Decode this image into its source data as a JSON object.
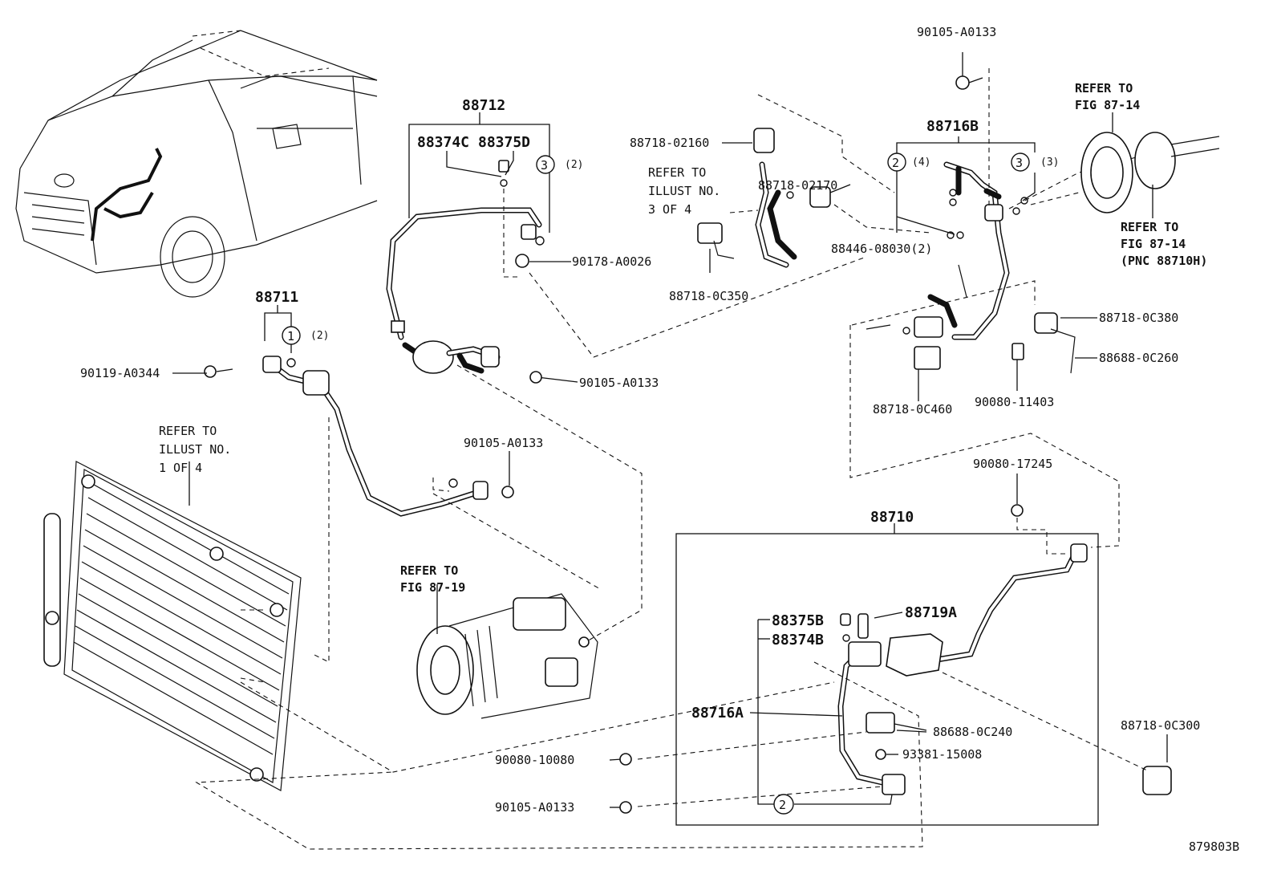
{
  "parts": {
    "p_88712": "88712",
    "p_88374C": "88374C",
    "p_88375D": "88375D",
    "p_90178_A0026": "90178-A0026",
    "p_88711": "88711",
    "p_90119_A0344": "90119-A0344",
    "p_90105_A0133_a": "90105-A0133",
    "p_90105_A0133_b": "90105-A0133",
    "p_90105_A0133_c": "90105-A0133",
    "p_90105_A0133_d": "90105-A0133",
    "p_88718_02160": "88718-02160",
    "p_88718_02170": "88718-02170",
    "p_88718_0C350": "88718-0C350",
    "p_88716B": "88716B",
    "p_88446_08030": "88446-08030(2)",
    "p_88718_0C380": "88718-0C380",
    "p_88688_0C260": "88688-0C260",
    "p_90080_11403": "90080-11403",
    "p_88718_0C460": "88718-0C460",
    "p_90080_17245": "90080-17245",
    "p_88710": "88710",
    "p_88375B": "88375B",
    "p_88374B": "88374B",
    "p_88719A": "88719A",
    "p_88716A": "88716A",
    "p_88688_0C240": "88688-0C240",
    "p_93381_15008": "93381-15008",
    "p_90080_10080": "90080-10080",
    "p_88718_0C300": "88718-0C300"
  },
  "callouts": {
    "c3_a_num": "3",
    "c3_a_qty": "(2)",
    "c1_num": "1",
    "c1_qty": "(2)",
    "c2_a_num": "2",
    "c2_a_qty": "(4)",
    "c3_b_num": "3",
    "c3_b_qty": "(3)",
    "c2_b_num": "2"
  },
  "refs": {
    "refer_illust3": [
      "REFER TO",
      "ILLUST NO.",
      "3 OF 4"
    ],
    "refer_illust1": [
      "REFER TO",
      "ILLUST NO.",
      "1 OF 4"
    ],
    "refer_fig1914": [
      "REFER TO",
      "FIG 87-19"
    ],
    "refer_fig14a": [
      "REFER TO",
      "FIG 87-14"
    ],
    "refer_fig14b": [
      "REFER TO",
      "FIG 87-14",
      "(PNC 88710H)"
    ]
  },
  "diagram_id": "879803B"
}
